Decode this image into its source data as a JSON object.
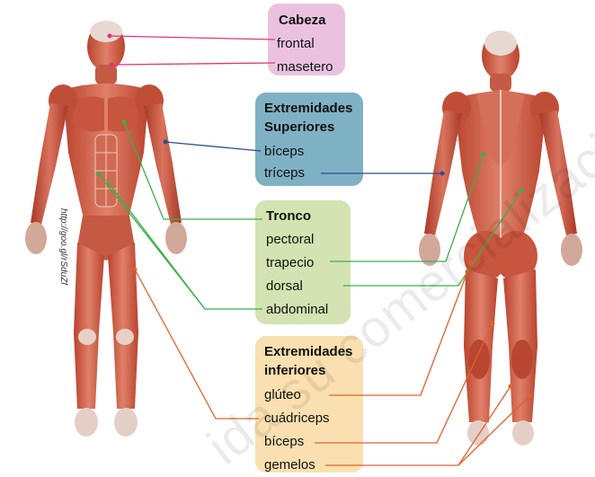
{
  "groups": {
    "cabeza": {
      "title": "Cabeza",
      "items": [
        "frontal",
        "masetero"
      ],
      "color": "#eac2df",
      "line_color": "#e0337e"
    },
    "superiores": {
      "title_line1": "Extremidades",
      "title_line2": "Superiores",
      "items": [
        "bíceps",
        "tríceps"
      ],
      "color": "#7fb1c4",
      "line_color": "#2d4e8e"
    },
    "tronco": {
      "title": "Tronco",
      "items": [
        "pectoral",
        "trapecio",
        "dorsal",
        "abdominal"
      ],
      "color": "#d3e3b2",
      "line_color": "#3caf48"
    },
    "inferiores": {
      "title_line1": "Extremidades",
      "title_line2": "inferiores",
      "items": [
        "glúteo",
        "cuádriceps",
        "bíceps",
        "gemelos"
      ],
      "color": "#fae0b0",
      "line_color": "#e3602b"
    }
  },
  "source_url": "http://goo.gl/rSduZf",
  "watermark": "ida su comercialización",
  "icons": {
    "front_figure": "human-muscles-front-icon",
    "back_figure": "human-muscles-back-icon"
  }
}
